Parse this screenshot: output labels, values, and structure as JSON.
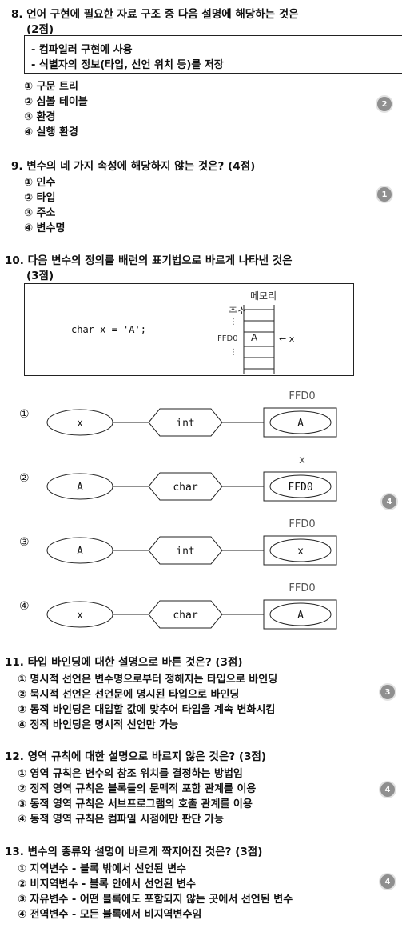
{
  "questions": {
    "q8": {
      "title": "8. 언어 구현에 필요한 자료 구조 중 다음 설명에 해당하는 것은",
      "points": "(2점)",
      "box_lines": [
        "- 컴파일러 구현에 사용",
        "- 식별자의 정보(타입, 선언 위치 등)를 저장"
      ],
      "options": [
        "① 구문 트리",
        "② 심볼 테이블",
        "③ 환경",
        "④ 실행 환경"
      ],
      "answer": "2"
    },
    "q9": {
      "title": "9. 변수의 네 가지 속성에 해당하지 않는 것은? (4점)",
      "options": [
        "① 인수",
        "② 타입",
        "③ 주소",
        "④ 변수명"
      ],
      "answer": "1"
    },
    "q10": {
      "title": "10. 다음 변수의 정의를 배런의 표기법으로 바르게 나타낸 것은",
      "points": "(3점)",
      "code": "char x = 'A';",
      "memory_label": "메모리",
      "address_label": "주소",
      "dots": "⋮",
      "address_value": "FFD0",
      "cell_value": "A",
      "arrow_label": "← x",
      "diagrams": [
        {
          "marker": "①",
          "top_label": "FFD0",
          "left": "x",
          "mid": "int",
          "right": "A"
        },
        {
          "marker": "②",
          "top_label": "x",
          "left": "A",
          "mid": "char",
          "right": "FFD0"
        },
        {
          "marker": "③",
          "top_label": "FFD0",
          "left": "A",
          "mid": "int",
          "right": "x"
        },
        {
          "marker": "④",
          "top_label": "FFD0",
          "left": "x",
          "mid": "char",
          "right": "A"
        }
      ],
      "answer": "4"
    },
    "q11": {
      "title": "11. 타입 바인딩에 대한 설명으로 바른 것은? (3점)",
      "options": [
        "① 명시적 선언은 변수명으로부터 정해지는 타입으로 바인딩",
        "② 묵시적 선언은 선언문에 명시된 타입으로 바인딩",
        "③ 동적 바인딩은 대입할 값에 맞추어 타입을 계속 변화시킴",
        "④ 정적 바인딩은 명시적 선언만 가능"
      ],
      "answer": "3"
    },
    "q12": {
      "title": "12. 영역 규칙에 대한 설명으로 바르지 않은 것은? (3점)",
      "options": [
        "① 영역 규칙은 변수의 참조 위치를 결정하는 방법임",
        "② 정적 영역 규칙은 블록들의 문맥적 포함 관계를 이용",
        "③ 동적 영역 규칙은 서브프로그램의 호출 관계를 이용",
        "④ 동적 영역 규칙은 컴파일 시점에만 판단 가능"
      ],
      "answer": "4"
    },
    "q13": {
      "title": "13. 변수의 종류와 설명이 바르게 짝지어진 것은? (3점)",
      "options": [
        "① 지역변수 - 블록 밖에서 선언된 변수",
        "② 비지역변수 - 블록 안에서 선언된 변수",
        "③ 자유변수 - 어떤 블록에도 포함되지 않는 곳에서 선언된 변수",
        "④ 전역변수 - 모든 블록에서 비지역변수임"
      ],
      "answer": "4"
    }
  }
}
